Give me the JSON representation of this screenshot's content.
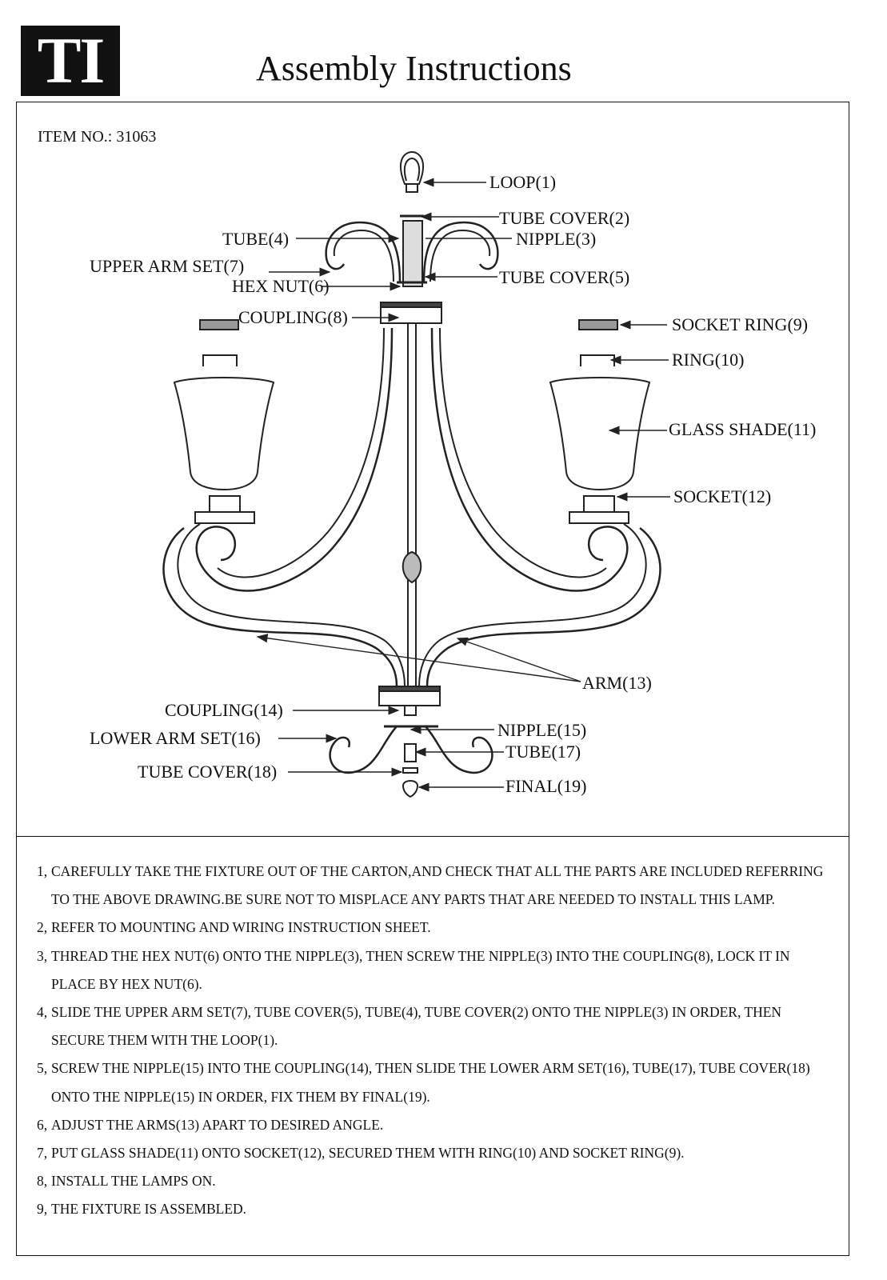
{
  "header": {
    "logo_text": "TI",
    "title": "Assembly Instructions"
  },
  "item_no": "ITEM NO.: 31063",
  "parts": {
    "loop": "LOOP(1)",
    "tube_cover_2": "TUBE COVER(2)",
    "nipple_3": "NIPPLE(3)",
    "tube_4": "TUBE(4)",
    "upper_arm_set": "UPPER ARM SET(7)",
    "hex_nut": "HEX NUT(6)",
    "tube_cover_5": "TUBE COVER(5)",
    "coupling_8": "COUPLING(8)",
    "socket_ring": "SOCKET RING(9)",
    "ring": "RING(10)",
    "glass_shade": "GLASS SHADE(11)",
    "socket": "SOCKET(12)",
    "arm": "ARM(13)",
    "coupling_14": "COUPLING(14)",
    "lower_arm_set": "LOWER ARM SET(16)",
    "tube_cover_18": "TUBE COVER(18)",
    "nipple_15": "NIPPLE(15)",
    "tube_17": "TUBE(17)",
    "final": "FINAL(19)"
  },
  "instructions": [
    {
      "num": "1,",
      "text": "CAREFULLY TAKE THE FIXTURE OUT OF THE CARTON,AND CHECK THAT ALL THE PARTS ARE INCLUDED REFERRING TO THE ABOVE DRAWING.BE SURE NOT TO MISPLACE ANY PARTS THAT ARE NEEDED TO INSTALL THIS LAMP."
    },
    {
      "num": "2,",
      "text": "REFER TO MOUNTING AND WIRING INSTRUCTION SHEET."
    },
    {
      "num": "3,",
      "text": "THREAD THE HEX NUT(6) ONTO THE NIPPLE(3), THEN SCREW THE NIPPLE(3) INTO THE COUPLING(8), LOCK IT IN PLACE BY HEX NUT(6)."
    },
    {
      "num": "4,",
      "text": "SLIDE THE UPPER ARM SET(7), TUBE COVER(5), TUBE(4), TUBE COVER(2) ONTO THE NIPPLE(3) IN ORDER, THEN SECURE THEM WITH THE LOOP(1)."
    },
    {
      "num": "5,",
      "text": "SCREW THE NIPPLE(15) INTO THE COUPLING(14), THEN SLIDE THE LOWER ARM SET(16), TUBE(17), TUBE COVER(18) ONTO THE NIPPLE(15) IN ORDER, FIX THEM BY FINAL(19)."
    },
    {
      "num": "6,",
      "text": "ADJUST THE ARMS(13) APART TO DESIRED ANGLE."
    },
    {
      "num": "7,",
      "text": "PUT GLASS SHADE(11) ONTO SOCKET(12), SECURED THEM WITH RING(10) AND SOCKET RING(9)."
    },
    {
      "num": "8,",
      "text": "INSTALL THE LAMPS ON."
    },
    {
      "num": "9,",
      "text": "THE FIXTURE IS ASSEMBLED."
    }
  ]
}
